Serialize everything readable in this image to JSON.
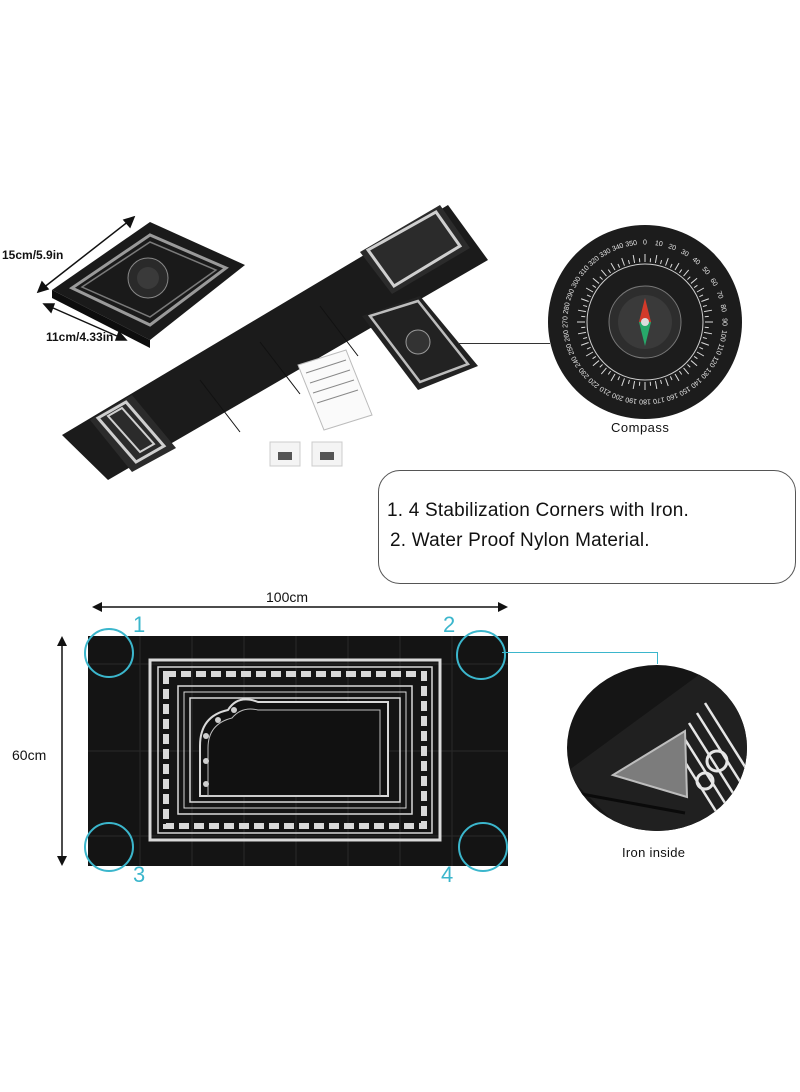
{
  "dimensions": {
    "pouch_height": "15cm/5.9in",
    "pouch_width": "11cm/4.33in",
    "mat_width": "100cm",
    "mat_height": "60cm"
  },
  "compass": {
    "caption": "Compass",
    "degree_marks": [
      "0",
      "10",
      "20",
      "30",
      "40",
      "50",
      "60",
      "70",
      "80",
      "90",
      "100",
      "110",
      "120",
      "130",
      "140",
      "150",
      "160",
      "170",
      "180",
      "190",
      "200",
      "210",
      "220",
      "230",
      "240",
      "250",
      "260",
      "270",
      "280",
      "290",
      "300",
      "310",
      "320",
      "330",
      "340",
      "350"
    ]
  },
  "features": {
    "line1": "1. 4 Stabilization Corners with Iron.",
    "line2": "2. Water Proof Nylon Material."
  },
  "corners": {
    "c1": "1",
    "c2": "2",
    "c3": "3",
    "c4": "4"
  },
  "detail": {
    "caption": "Iron inside"
  },
  "colors": {
    "mat": "#141414",
    "pattern": "#d9d9d9",
    "accent_cyan": "#3bb6cc"
  }
}
